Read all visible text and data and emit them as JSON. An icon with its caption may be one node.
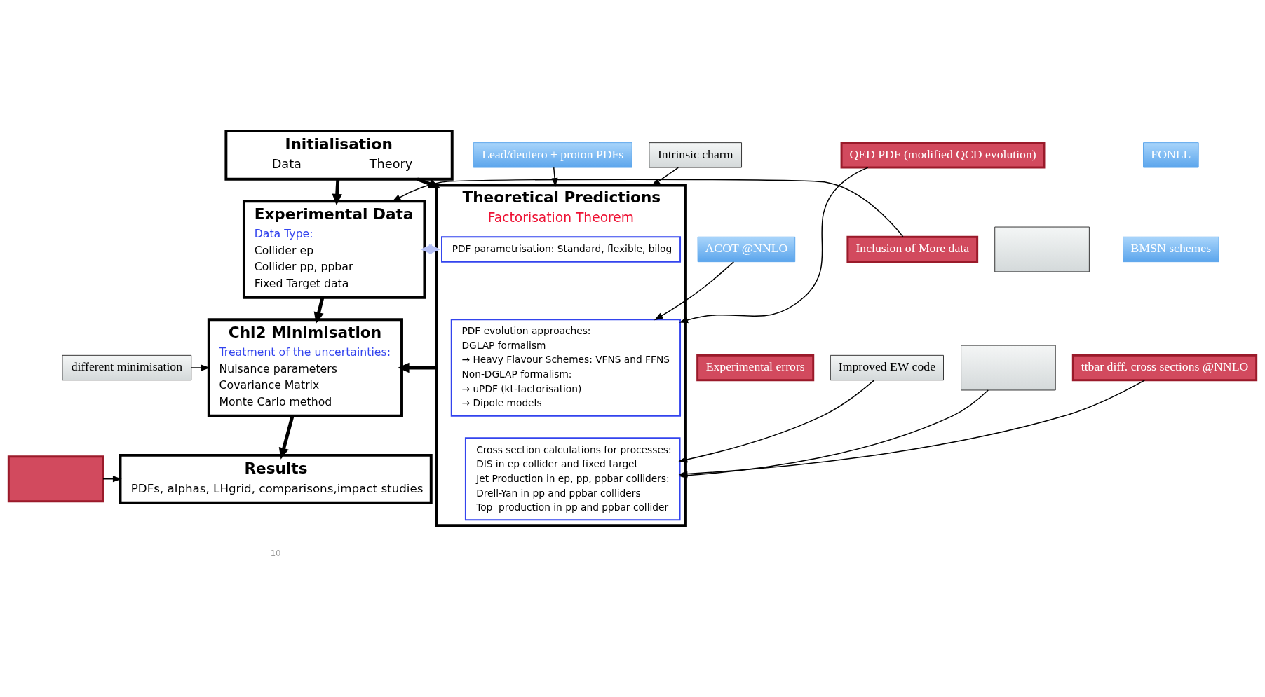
{
  "diagram": {
    "nodes": [
      {
        "text": [
          "Initialisation",
          "Data",
          "Theory"
        ]
      },
      {
        "text": [
          "Experimental Data",
          "Data Type:",
          "Collider ep",
          "Collider pp, ppbar",
          "Fixed Target data"
        ]
      },
      {
        "text": [
          "Chi2 Minimisation",
          "Treatment of the uncertainties:",
          "Nuisance parameters",
          "Covariance Matrix",
          "Monte Carlo method"
        ]
      },
      {
        "text": [
          "Results",
          "PDFs, alphas, LHgrid, comparisons,impact studies"
        ]
      },
      {
        "text": [
          "Theoretical Predictions",
          "Factorisation Theorem"
        ]
      },
      {
        "text": [
          "PDF parametrisation: Standard, flexible, bilog"
        ],
        "in": 4
      },
      {
        "text": [
          "PDF evolution approaches:",
          "DGLAP formalism",
          "→ Heavy Flavour Schemes: VFNS and FFNS",
          "Non-DGLAP formalism:",
          "→ uPDF (kt-factorisation)",
          "→ Dipole models"
        ],
        "in": 4
      },
      {
        "text": [
          "Cross section calculations for processes:",
          "DIS in ep collider and fixed target",
          "Jet Production in ep, pp, ppbar colliders:",
          "Drell-Yan in pp and ppbar colliders",
          "Top  production in pp and ppbar collider"
        ],
        "in": 4
      },
      {
        "text": [
          "Inclusion of More data"
        ]
      },
      {
        "text": [
          "Experimental errors"
        ]
      },
      {
        "text": [
          "different minimisation"
        ]
      },
      {
        "text": [],
        "shape": "box"
      },
      {
        "text": [
          "Lead/deutero + proton PDFs"
        ]
      },
      {
        "text": [
          "Intrinsic charm"
        ]
      },
      {
        "text": [
          "FONLL"
        ]
      },
      {
        "text": [
          "BMSN schemes"
        ]
      },
      {
        "text": [
          "ACOT @NNLO"
        ]
      },
      {
        "text": [
          "QED PDF (modified QCD evolution)"
        ]
      },
      {
        "text": [],
        "shape": "box"
      },
      {
        "text": [
          "Improved EW code"
        ]
      },
      {
        "text": [],
        "shape": "box"
      },
      {
        "text": [
          "ttbar diff. cross sections @NNLO"
        ]
      }
    ],
    "edges": [
      {
        "from": 0,
        "to": 1,
        "arrow": "to",
        "style": "thick"
      },
      {
        "from": 0,
        "to": 4,
        "arrow": "to",
        "style": "thick"
      },
      {
        "from": 1,
        "to": 4,
        "arrow": "both",
        "style": "thick",
        "color": "#b4bff5"
      },
      {
        "from": 1,
        "to": 2,
        "arrow": "to",
        "style": "thick"
      },
      {
        "from": 4,
        "to": 2,
        "arrow": "to",
        "style": "thick"
      },
      {
        "from": 2,
        "to": 3,
        "arrow": "to",
        "style": "thick"
      },
      {
        "from": 8,
        "to": 1,
        "arrow": "to"
      },
      {
        "from": 10,
        "to": 2,
        "arrow": "to"
      },
      {
        "from": 11,
        "to": 3,
        "arrow": "to"
      },
      {
        "from": 12,
        "to": 4,
        "arrow": "to"
      },
      {
        "from": 13,
        "to": 4,
        "arrow": "to"
      },
      {
        "from": 16,
        "to": 6,
        "arrow": "to"
      },
      {
        "from": 17,
        "to": 6,
        "arrow": "to"
      },
      {
        "from": 19,
        "to": 7,
        "arrow": "to"
      },
      {
        "from": 20,
        "to": 7,
        "arrow": "to"
      },
      {
        "from": 21,
        "to": 7,
        "arrow": "to"
      }
    ],
    "labels": [
      "10"
    ]
  }
}
